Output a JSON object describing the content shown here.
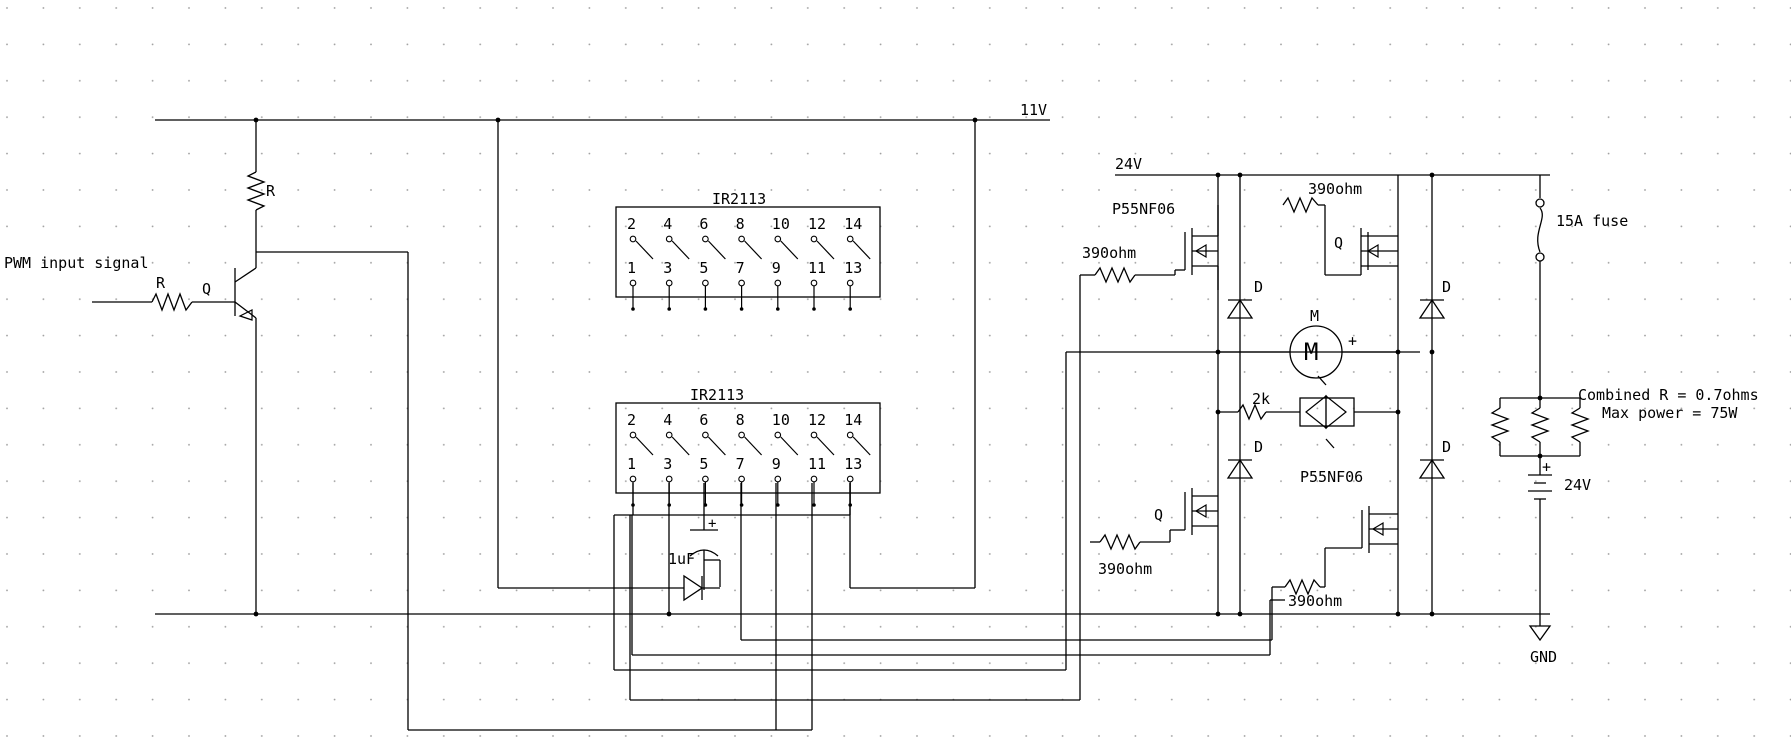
{
  "labels": {
    "vcc11": "11V",
    "vcc24": "24V",
    "pwm": "PWM input signal",
    "r_top": "R",
    "r_in": "R",
    "q_in": "Q",
    "ic_top": "IR2113",
    "ic_bottom": "IR2113",
    "cap": "1uF",
    "cap_plus": "+",
    "mos_tl": "P55NF06",
    "mos_tr": "Q",
    "mos_bl": "Q",
    "mos_br": "P55NF06",
    "r_tl": "390ohm",
    "r_tr": "390ohm",
    "r_bl": "390ohm",
    "r_br": "390ohm",
    "d": "D",
    "motor_label": "M",
    "motor_symbol": "M",
    "motor_plus": "+",
    "r_led": "2k",
    "fuse": "15A fuse",
    "load_r": "Combined R = 0.7ohms",
    "load_p": "Max power = 75W",
    "bat_plus": "+",
    "bat": "24V",
    "gnd": "GND"
  },
  "ic_top_pins": {
    "top": [
      "2",
      "4",
      "6",
      "8",
      "10",
      "12",
      "14"
    ],
    "bottom": [
      "1",
      "3",
      "5",
      "7",
      "9",
      "11",
      "13"
    ]
  },
  "ic_bottom_pins": {
    "top": [
      "2",
      "4",
      "6",
      "8",
      "10",
      "12",
      "14"
    ],
    "bottom": [
      "1",
      "3",
      "5",
      "7",
      "9",
      "11",
      "13"
    ]
  }
}
